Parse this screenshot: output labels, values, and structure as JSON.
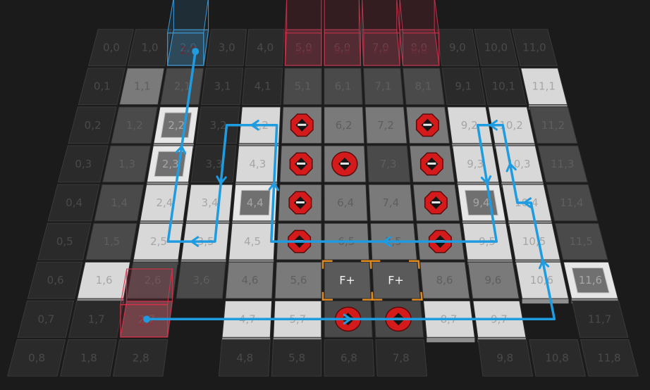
{
  "board": {
    "tiles": [
      {
        "col": 0,
        "row": 8,
        "label": "0,8",
        "kind": "void"
      },
      {
        "col": 1,
        "row": 8,
        "label": "1,8",
        "kind": "void"
      },
      {
        "col": 2,
        "row": 8,
        "label": "2,8",
        "kind": "void"
      },
      {
        "col": 4,
        "row": 8,
        "label": "4,8",
        "kind": "void"
      },
      {
        "col": 5,
        "row": 8,
        "label": "5,8",
        "kind": "void"
      },
      {
        "col": 6,
        "row": 8,
        "label": "6,8",
        "kind": "void"
      },
      {
        "col": 7,
        "row": 8,
        "label": "7,8",
        "kind": "void"
      },
      {
        "col": 9,
        "row": 8,
        "label": "9,8",
        "kind": "void"
      },
      {
        "col": 10,
        "row": 8,
        "label": "10,8",
        "kind": "void"
      },
      {
        "col": 11,
        "row": 8,
        "label": "11,8",
        "kind": "void"
      },
      {
        "col": 0,
        "row": 7,
        "label": "0,7",
        "kind": "void"
      },
      {
        "col": 1,
        "row": 7,
        "label": "1,7",
        "kind": "void"
      },
      {
        "col": 2,
        "row": 7,
        "label": "2,7",
        "kind": "dark"
      },
      {
        "col": 4,
        "row": 7,
        "label": "4,7",
        "kind": "light"
      },
      {
        "col": 5,
        "row": 7,
        "label": "5,7",
        "kind": "light"
      },
      {
        "col": 6,
        "row": 7,
        "label": "",
        "kind": "dark",
        "token": "round"
      },
      {
        "col": 7,
        "row": 7,
        "label": "",
        "kind": "dark",
        "token": "round"
      },
      {
        "col": 8,
        "row": 7,
        "label": "8,7",
        "kind": "light"
      },
      {
        "col": 9,
        "row": 7,
        "label": "9,7",
        "kind": "light"
      },
      {
        "col": 11,
        "row": 7,
        "label": "11,7",
        "kind": "void"
      },
      {
        "col": 0,
        "row": 6,
        "label": "0,6",
        "kind": "void"
      },
      {
        "col": 1,
        "row": 6,
        "label": "1,6",
        "kind": "light"
      },
      {
        "col": 2,
        "row": 6,
        "label": "2,6",
        "kind": "dark"
      },
      {
        "col": 3,
        "row": 6,
        "label": "3,6",
        "kind": "dark"
      },
      {
        "col": 4,
        "row": 6,
        "label": "4,6",
        "kind": "mid"
      },
      {
        "col": 5,
        "row": 6,
        "label": "5,6",
        "kind": "mid"
      },
      {
        "col": 6,
        "row": 6,
        "label": "F+",
        "kind": "function"
      },
      {
        "col": 7,
        "row": 6,
        "label": "F+",
        "kind": "function"
      },
      {
        "col": 8,
        "row": 6,
        "label": "8,6",
        "kind": "mid"
      },
      {
        "col": 9,
        "row": 6,
        "label": "9,6",
        "kind": "mid"
      },
      {
        "col": 10,
        "row": 6,
        "label": "10,6",
        "kind": "light"
      },
      {
        "col": 11,
        "row": 6,
        "label": "11,6",
        "kind": "switch"
      },
      {
        "col": 0,
        "row": 5,
        "label": "0,5",
        "kind": "void"
      },
      {
        "col": 1,
        "row": 5,
        "label": "1,5",
        "kind": "dark"
      },
      {
        "col": 2,
        "row": 5,
        "label": "2,5",
        "kind": "light"
      },
      {
        "col": 3,
        "row": 5,
        "label": "3,5",
        "kind": "light"
      },
      {
        "col": 4,
        "row": 5,
        "label": "4,5",
        "kind": "light"
      },
      {
        "col": 5,
        "row": 5,
        "label": "",
        "kind": "mid",
        "token": "octagon"
      },
      {
        "col": 6,
        "row": 5,
        "label": "6,5",
        "kind": "mid"
      },
      {
        "col": 7,
        "row": 5,
        "label": "7,5",
        "kind": "mid"
      },
      {
        "col": 8,
        "row": 5,
        "label": "",
        "kind": "mid",
        "token": "octagon"
      },
      {
        "col": 9,
        "row": 5,
        "label": "9,5",
        "kind": "light"
      },
      {
        "col": 10,
        "row": 5,
        "label": "10,5",
        "kind": "light"
      },
      {
        "col": 11,
        "row": 5,
        "label": "11,5",
        "kind": "dark"
      },
      {
        "col": 0,
        "row": 4,
        "label": "0,4",
        "kind": "void"
      },
      {
        "col": 1,
        "row": 4,
        "label": "1,4",
        "kind": "dark"
      },
      {
        "col": 2,
        "row": 4,
        "label": "2,4",
        "kind": "light"
      },
      {
        "col": 3,
        "row": 4,
        "label": "3,4",
        "kind": "light"
      },
      {
        "col": 4,
        "row": 4,
        "label": "4,4",
        "kind": "switch"
      },
      {
        "col": 5,
        "row": 4,
        "label": "",
        "kind": "mid",
        "token": "octagon"
      },
      {
        "col": 6,
        "row": 4,
        "label": "6,4",
        "kind": "mid"
      },
      {
        "col": 7,
        "row": 4,
        "label": "7,4",
        "kind": "mid"
      },
      {
        "col": 8,
        "row": 4,
        "label": "",
        "kind": "mid",
        "token": "octagon"
      },
      {
        "col": 9,
        "row": 4,
        "label": "9,4",
        "kind": "switch"
      },
      {
        "col": 10,
        "row": 4,
        "label": "10,4",
        "kind": "light"
      },
      {
        "col": 11,
        "row": 4,
        "label": "11,4",
        "kind": "dark"
      },
      {
        "col": 0,
        "row": 3,
        "label": "0,3",
        "kind": "void"
      },
      {
        "col": 1,
        "row": 3,
        "label": "1,3",
        "kind": "dark"
      },
      {
        "col": 2,
        "row": 3,
        "label": "2,3",
        "kind": "switch"
      },
      {
        "col": 3,
        "row": 3,
        "label": "3,3",
        "kind": "void"
      },
      {
        "col": 4,
        "row": 3,
        "label": "4,3",
        "kind": "light"
      },
      {
        "col": 5,
        "row": 3,
        "label": "",
        "kind": "mid",
        "token": "octagon"
      },
      {
        "col": 6,
        "row": 3,
        "label": "",
        "kind": "mid",
        "token": "round"
      },
      {
        "col": 7,
        "row": 3,
        "label": "7,3",
        "kind": "dark"
      },
      {
        "col": 8,
        "row": 3,
        "label": "",
        "kind": "mid",
        "token": "octagon"
      },
      {
        "col": 9,
        "row": 3,
        "label": "9,3",
        "kind": "light"
      },
      {
        "col": 10,
        "row": 3,
        "label": "10,3",
        "kind": "light"
      },
      {
        "col": 11,
        "row": 3,
        "label": "11,3",
        "kind": "dark"
      },
      {
        "col": 0,
        "row": 2,
        "label": "0,2",
        "kind": "void"
      },
      {
        "col": 1,
        "row": 2,
        "label": "1,2",
        "kind": "dark"
      },
      {
        "col": 2,
        "row": 2,
        "label": "2,2",
        "kind": "switch"
      },
      {
        "col": 3,
        "row": 2,
        "label": "3,2",
        "kind": "void"
      },
      {
        "col": 4,
        "row": 2,
        "label": "4,2",
        "kind": "light"
      },
      {
        "col": 5,
        "row": 2,
        "label": "",
        "kind": "mid",
        "token": "octagon"
      },
      {
        "col": 6,
        "row": 2,
        "label": "6,2",
        "kind": "mid"
      },
      {
        "col": 7,
        "row": 2,
        "label": "7,2",
        "kind": "mid"
      },
      {
        "col": 8,
        "row": 2,
        "label": "",
        "kind": "mid",
        "token": "octagon"
      },
      {
        "col": 9,
        "row": 2,
        "label": "9,2",
        "kind": "light"
      },
      {
        "col": 10,
        "row": 2,
        "label": "10,2",
        "kind": "light"
      },
      {
        "col": 11,
        "row": 2,
        "label": "11,2",
        "kind": "dark"
      },
      {
        "col": 0,
        "row": 1,
        "label": "0,1",
        "kind": "void"
      },
      {
        "col": 1,
        "row": 1,
        "label": "1,1",
        "kind": "mid"
      },
      {
        "col": 2,
        "row": 1,
        "label": "2,1",
        "kind": "dark"
      },
      {
        "col": 3,
        "row": 1,
        "label": "3,1",
        "kind": "void"
      },
      {
        "col": 4,
        "row": 1,
        "label": "4,1",
        "kind": "void"
      },
      {
        "col": 5,
        "row": 1,
        "label": "5,1",
        "kind": "dark"
      },
      {
        "col": 6,
        "row": 1,
        "label": "6,1",
        "kind": "dark"
      },
      {
        "col": 7,
        "row": 1,
        "label": "7,1",
        "kind": "dark"
      },
      {
        "col": 8,
        "row": 1,
        "label": "8,1",
        "kind": "dark"
      },
      {
        "col": 9,
        "row": 1,
        "label": "9,1",
        "kind": "void"
      },
      {
        "col": 10,
        "row": 1,
        "label": "10,1",
        "kind": "void"
      },
      {
        "col": 11,
        "row": 1,
        "label": "11,1",
        "kind": "light"
      },
      {
        "col": 0,
        "row": 0,
        "label": "0,0",
        "kind": "void"
      },
      {
        "col": 1,
        "row": 0,
        "label": "1,0",
        "kind": "void"
      },
      {
        "col": 2,
        "row": 0,
        "label": "2,0",
        "kind": "void"
      },
      {
        "col": 3,
        "row": 0,
        "label": "3,0",
        "kind": "void"
      },
      {
        "col": 4,
        "row": 0,
        "label": "4,0",
        "kind": "void"
      },
      {
        "col": 5,
        "row": 0,
        "label": "5,0",
        "kind": "void"
      },
      {
        "col": 6,
        "row": 0,
        "label": "6,0",
        "kind": "void"
      },
      {
        "col": 7,
        "row": 0,
        "label": "7,0",
        "kind": "void"
      },
      {
        "col": 8,
        "row": 0,
        "label": "8,0",
        "kind": "void"
      },
      {
        "col": 9,
        "row": 0,
        "label": "9,0",
        "kind": "void"
      },
      {
        "col": 10,
        "row": 0,
        "label": "10,0",
        "kind": "void"
      },
      {
        "col": 11,
        "row": 0,
        "label": "11,0",
        "kind": "void"
      }
    ],
    "goal_cubes": [
      {
        "col": 2,
        "row": 0,
        "label": "2,0",
        "color": "#3a9ad9"
      },
      {
        "col": 2,
        "row": 7,
        "label": "2,7",
        "color": "#e0304a"
      },
      {
        "col": 5,
        "row": 0,
        "label": "5,0",
        "color": "#c0304a"
      },
      {
        "col": 6,
        "row": 0,
        "label": "6,0",
        "color": "#c0304a"
      },
      {
        "col": 7,
        "row": 0,
        "label": "7,0",
        "color": "#c0304a"
      },
      {
        "col": 8,
        "row": 0,
        "label": "8,0",
        "color": "#c0304a"
      }
    ],
    "path": {
      "color": "#1f9be0",
      "points": [
        [
          2,
          7
        ],
        [
          10.1,
          7
        ],
        [
          10.1,
          4
        ],
        [
          9.8,
          4
        ],
        [
          9.8,
          2
        ],
        [
          9.2,
          2
        ],
        [
          9.2,
          5
        ],
        [
          4.4,
          5
        ],
        [
          4.4,
          2
        ],
        [
          3.2,
          2
        ],
        [
          3.2,
          5
        ],
        [
          2.2,
          5
        ],
        [
          2.2,
          0.1
        ]
      ]
    },
    "colors": {
      "void": "#2a2a2a",
      "dark": "#4a4a4a",
      "mid": "#7a7a7a",
      "light": "#d8d8d8",
      "switch": "#e6e6e6",
      "function": "#5a5a5a",
      "token_red": "#d41a1a",
      "corner_orange": "#e08a1e"
    }
  }
}
